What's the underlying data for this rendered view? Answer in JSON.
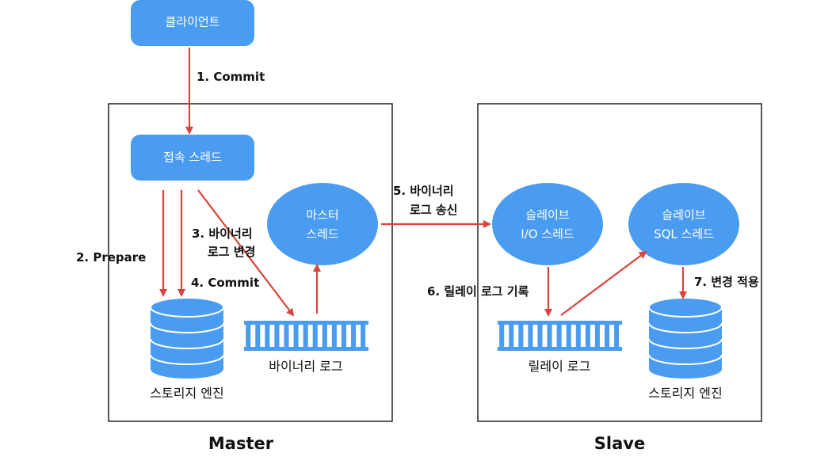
{
  "colors": {
    "node_fill": "#4a9cf0",
    "node_text": "#ffffff",
    "arrow": "#d9453a",
    "frame": "#222222",
    "ladder_fill": "#4a9cf0",
    "db_fill": "#4a9cf0"
  },
  "nodes": {
    "client": "클라이언트",
    "connection_thread": "접속 스레드",
    "master_thread": [
      "마스터",
      "스레드"
    ],
    "slave_io_thread": [
      "슬레이브",
      "I/O 스레드"
    ],
    "slave_sql_thread": [
      "슬레이브",
      "SQL 스레드"
    ]
  },
  "storage": {
    "master_engine": "스토리지 엔진",
    "slave_engine": "스토리지 엔진"
  },
  "logs": {
    "binary_log": "바이너리 로그",
    "relay_log": "릴레이 로그"
  },
  "edges": {
    "e1": "1. Commit",
    "e2": "2. Prepare",
    "e3": [
      "3. 바이너리",
      "로그 변경"
    ],
    "e4": "4. Commit",
    "e5": [
      "5. 바이너리",
      "로그 송신"
    ],
    "e6": "6. 릴레이 로그 기록",
    "e7": "7. 변경 적용"
  },
  "sections": {
    "master": "Master",
    "slave": "Slave"
  }
}
